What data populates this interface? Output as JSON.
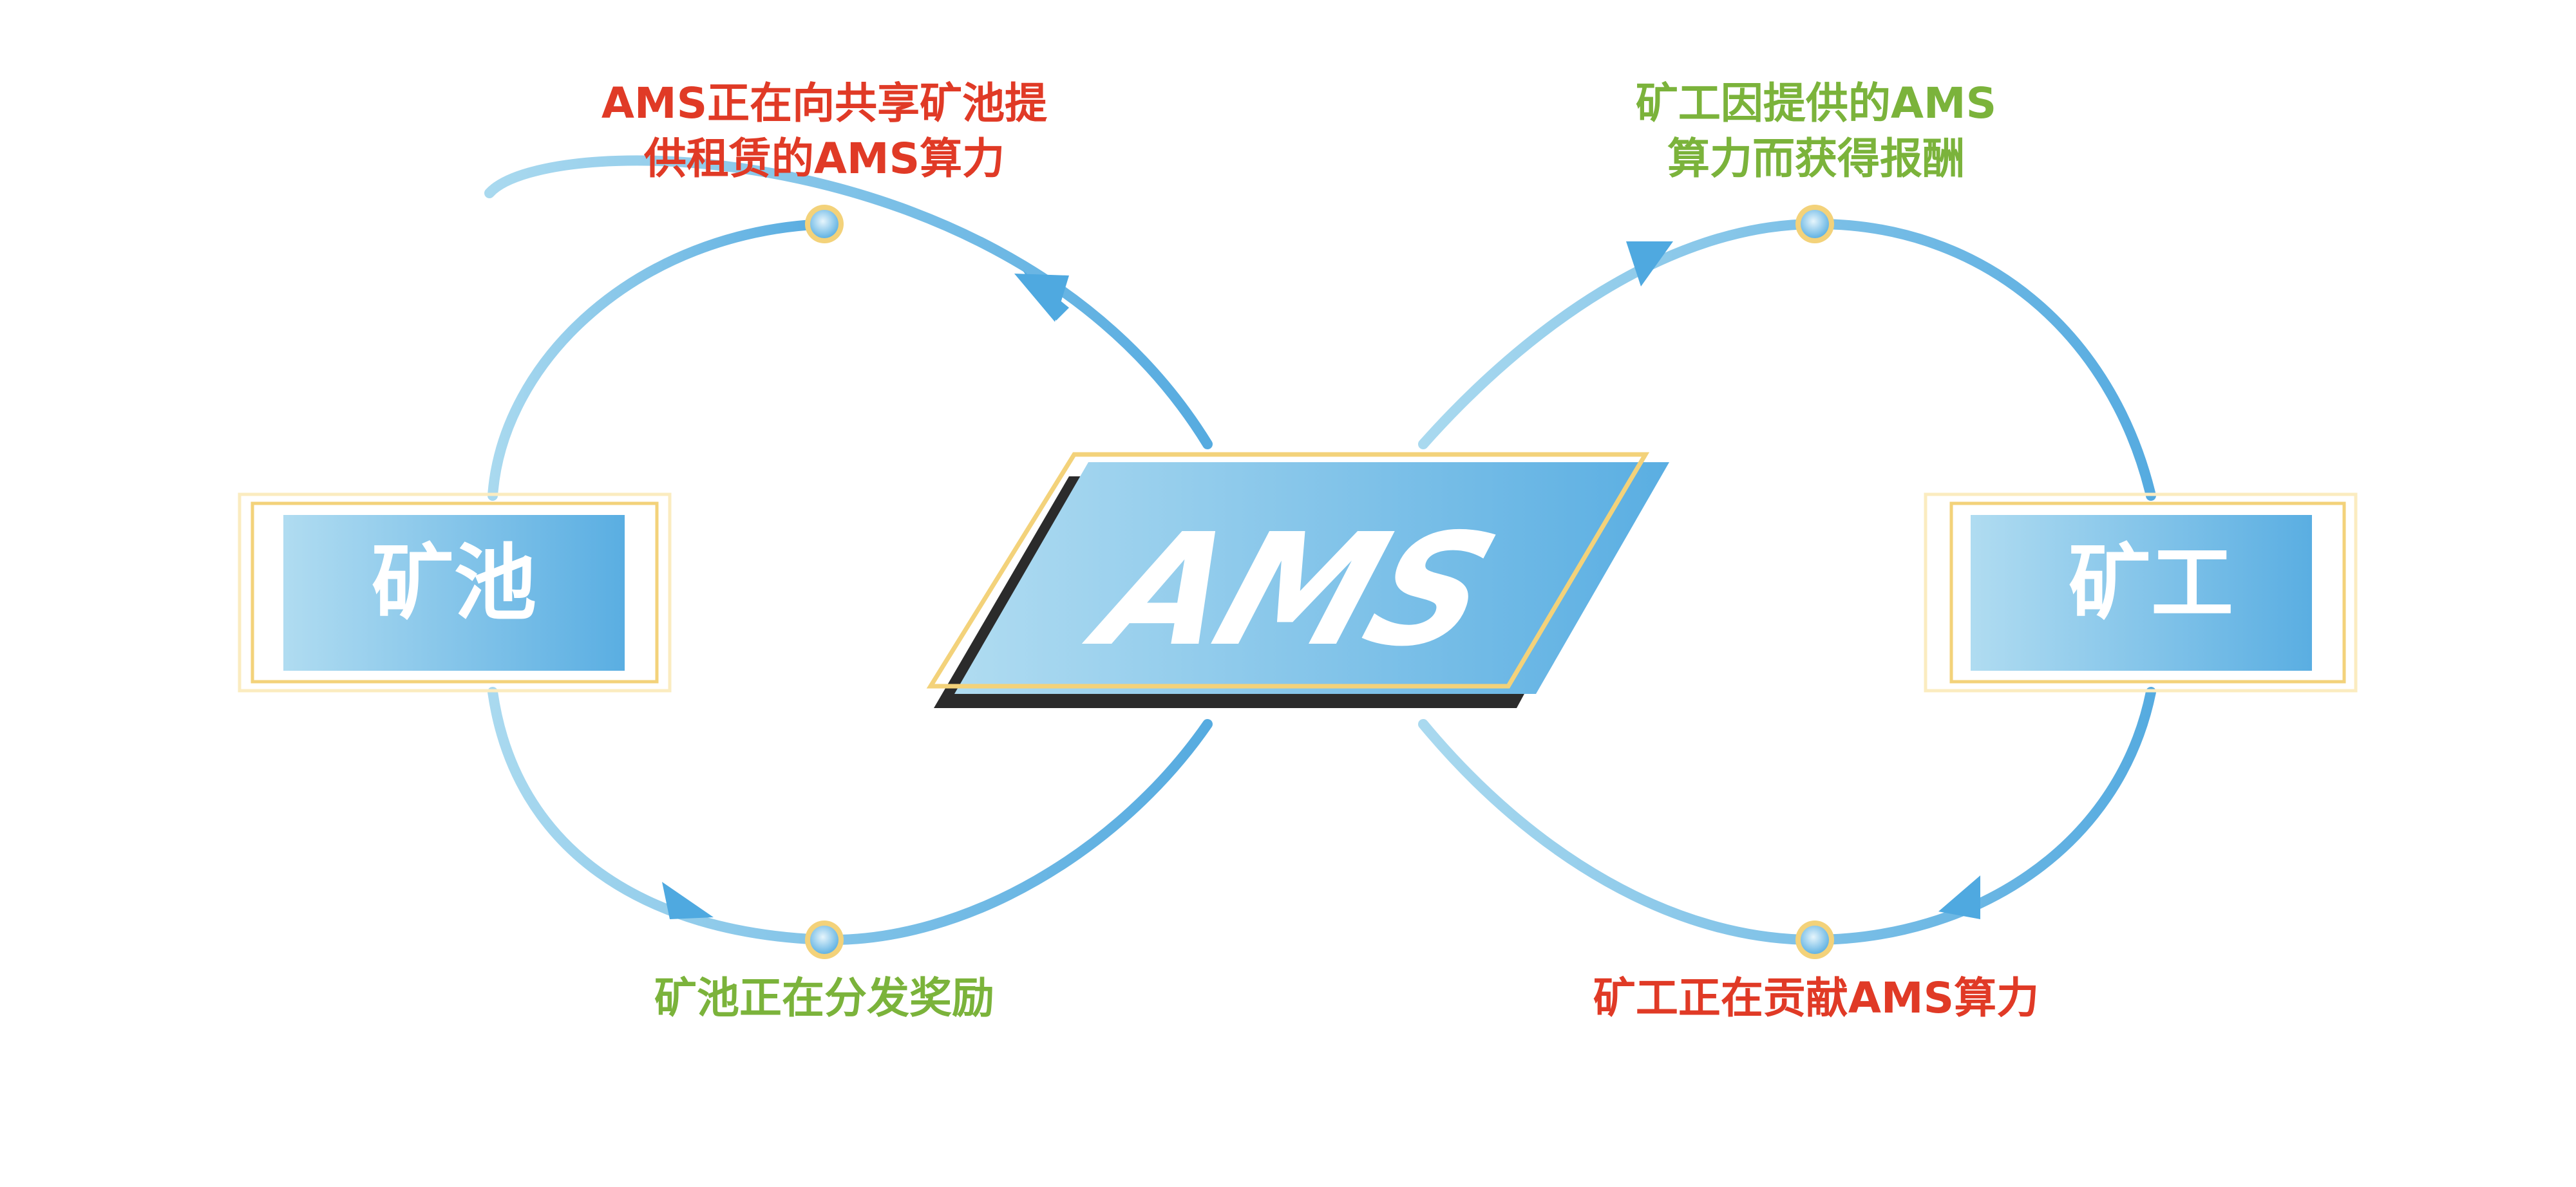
{
  "center": {
    "logo_text": "AMS"
  },
  "pool_box": {
    "label": "矿池"
  },
  "miner_box": {
    "label": "矿工"
  },
  "labels": {
    "top_left": [
      "AMS正在向共享矿池提",
      "供租赁的AMS算力"
    ],
    "bottom_left": "矿池正在分发奖励",
    "top_right": [
      "矿工因提供的AMS",
      "算力而获得报酬"
    ],
    "bottom_right": "矿工正在贡献AMS算力"
  },
  "colors": {
    "blue_dark": "#4fa9e0",
    "blue_light": "#a9d9ef",
    "gold": "#f3d27a",
    "red_text": "#e03a26",
    "green_text": "#7bb33b",
    "shadow": "#2b2b2b"
  }
}
